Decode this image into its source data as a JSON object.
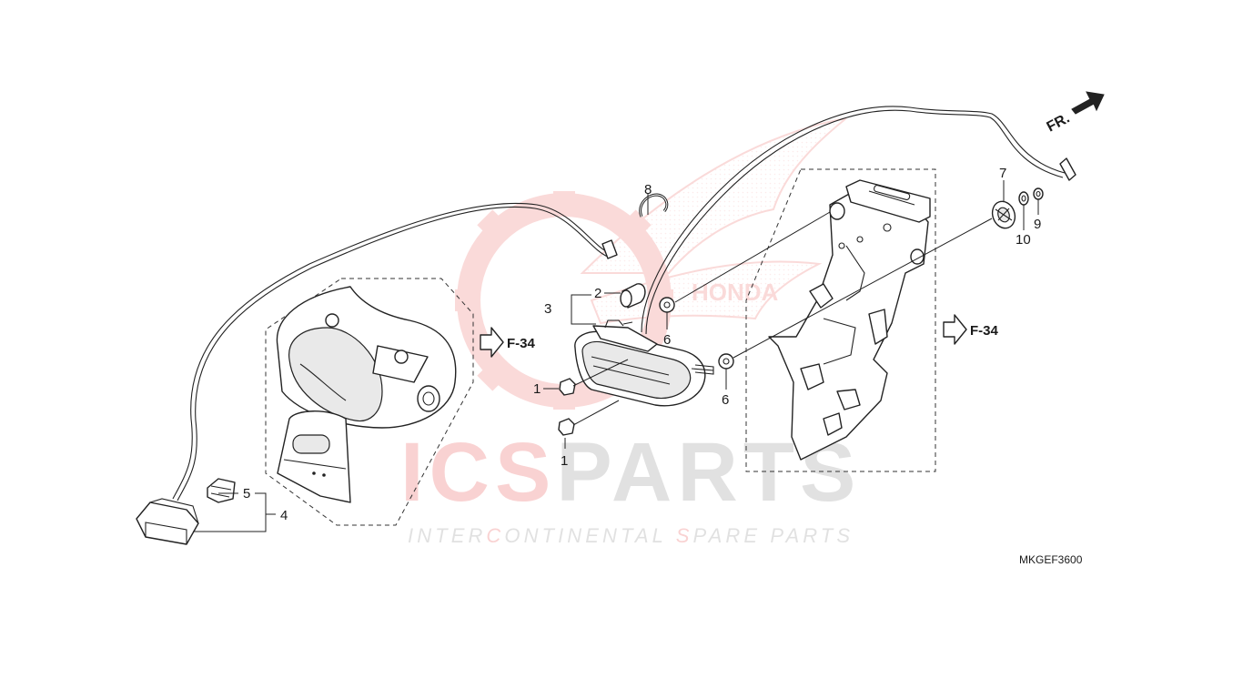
{
  "watermark": {
    "brand_prefix": "ICS",
    "brand_suffix": "PARTS",
    "tagline_parts": [
      "INTER",
      "C",
      "ONTINENTAL ",
      "S",
      "PARE PARTS"
    ],
    "emblem_text": "HONDA",
    "brand_color": "#e53935",
    "gray_color": "#9e9e9e"
  },
  "direction_label": "FR.",
  "references": [
    "F-34",
    "F-34"
  ],
  "callouts": [
    "1",
    "1",
    "2",
    "3",
    "4",
    "5",
    "6",
    "6",
    "7",
    "8",
    "9",
    "10"
  ],
  "diagram_code": "MKGEF3600"
}
